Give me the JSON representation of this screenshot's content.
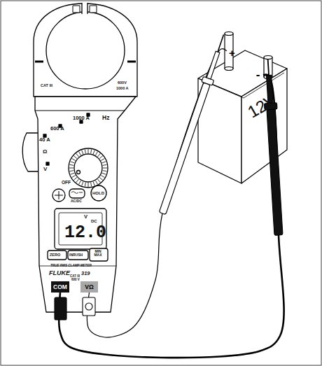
{
  "diagram": {
    "nodes": [
      {
        "text": [
          "COM"
        ]
      },
      {
        "text": [
          "VΩ"
        ]
      },
      {
        "text": [
          "+"
        ]
      },
      {
        "text": [
          "-"
        ]
      }
    ],
    "edges": [
      {
        "from": 1,
        "to": 2,
        "arrow": "none"
      },
      {
        "from": 0,
        "to": 3,
        "arrow": "none"
      }
    ],
    "labels": [
      "CAT III",
      "600V",
      "1000 A",
      "1000 A",
      "Hz",
      "600 A",
      "40 A",
      "Ω",
      "V",
      "OFF",
      "AC/DC",
      "HOLD",
      "V",
      "DC",
      "12.0",
      "ZERO",
      "INRUSH",
      "MIN MAX",
      "TRUE RMS CLAMP METER",
      "FLUKE",
      "319",
      "CAT III",
      "600 V",
      "12V"
    ]
  }
}
